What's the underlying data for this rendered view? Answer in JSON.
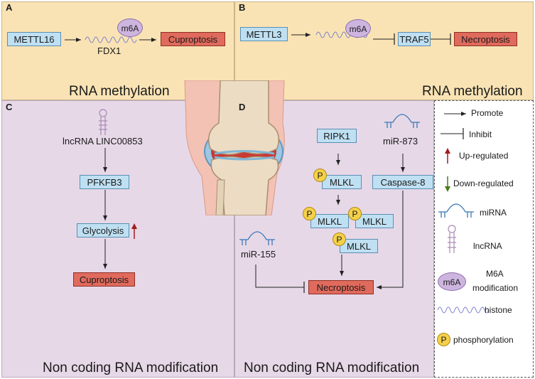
{
  "panels": {
    "a": {
      "letter": "A",
      "title": "RNA methylation",
      "nodes": {
        "writer": "METTL16",
        "gene": "FDX1",
        "mod": "m6A",
        "outcome": "Cuproptosis"
      }
    },
    "b": {
      "letter": "B",
      "title": "RNA methylation",
      "nodes": {
        "writer": "METTL3",
        "mod": "m6A",
        "target": "TRAF5",
        "outcome": "Necroptosis"
      }
    },
    "c": {
      "letter": "C",
      "title": "Non coding RNA modification",
      "nodes": {
        "lncrna": "lncRNA LINC00853",
        "pfkfb3": "PFKFB3",
        "glycolysis": "Glycolysis",
        "outcome": "Cuproptosis"
      }
    },
    "d": {
      "letter": "D",
      "title": "Non coding RNA modification",
      "nodes": {
        "ripk1": "RIPK1",
        "mlkl": "MLKL",
        "p": "P",
        "mir873": "miR-873",
        "caspase8": "Caspase-8",
        "mir155": "miR-155",
        "outcome": "Necroptosis"
      }
    }
  },
  "legend": {
    "promote": "Promote",
    "inhibit": "Inhibit",
    "up": "Up-regulated",
    "down": "Down-regulated",
    "mirna": "miRNA",
    "lncrna": "lncRNA",
    "m6a_badge": "m6A",
    "m6a_line1": "M6A",
    "m6a_line2": "modification",
    "histone": "histone",
    "p_badge": "P",
    "phos": "phosphorylation"
  },
  "colors": {
    "panel_ab": "#f9e3b4",
    "panel_cd": "#e7d8e8",
    "node_blue": "#bfe0f2",
    "node_red": "#e06a5c",
    "m6a": "#cdb5df",
    "phospho": "#f5d04a",
    "rna": "#3a78b5",
    "lnc": "#a98ab3",
    "up_arrow": "#a01c1c",
    "down_arrow": "#4a7a1a"
  }
}
